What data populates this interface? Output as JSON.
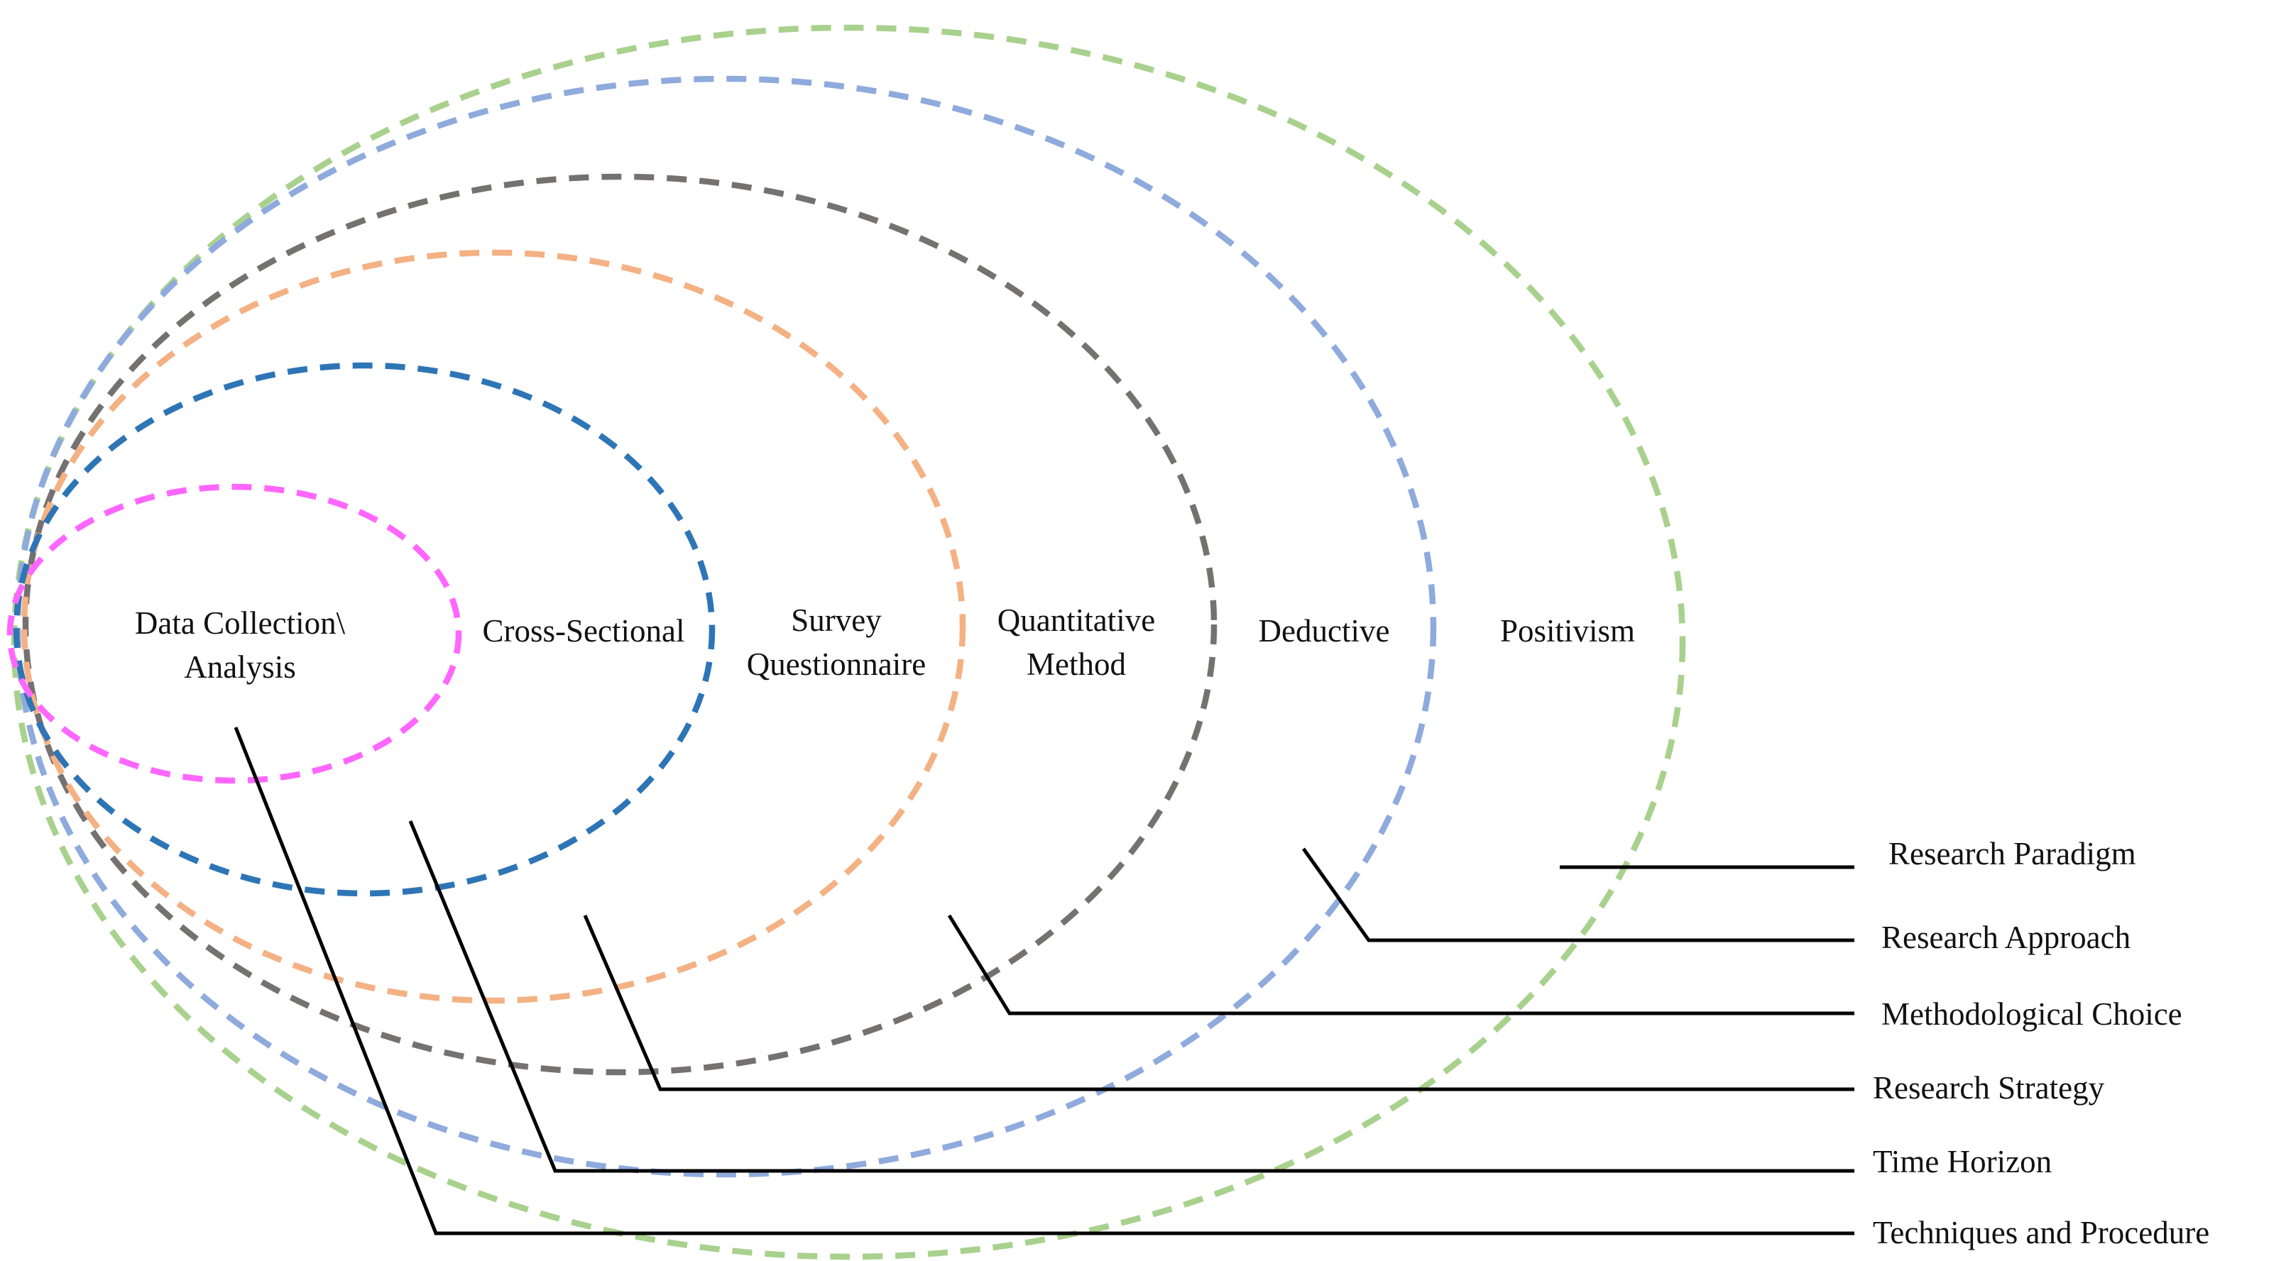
{
  "layers": [
    {
      "id": "positivism",
      "lines": [
        "Positivism"
      ],
      "color": "#a9d18e",
      "label": "Research Paradigm"
    },
    {
      "id": "deductive",
      "lines": [
        "Deductive"
      ],
      "color": "#8faadc",
      "label": "Research Approach"
    },
    {
      "id": "quantitative",
      "lines": [
        "Quantitative",
        "Method"
      ],
      "color": "#767171",
      "label": "Methodological Choice"
    },
    {
      "id": "survey",
      "lines": [
        "Survey",
        "Questionnaire"
      ],
      "color": "#f4b183",
      "label": "Research Strategy"
    },
    {
      "id": "cross",
      "lines": [
        "Cross-Sectional"
      ],
      "color": "#2e75b6",
      "label": "Time Horizon"
    },
    {
      "id": "data",
      "lines": [
        "Data Collection\\",
        "Analysis"
      ],
      "color": "#ff66ff",
      "label": "Techniques and Procedure"
    }
  ]
}
